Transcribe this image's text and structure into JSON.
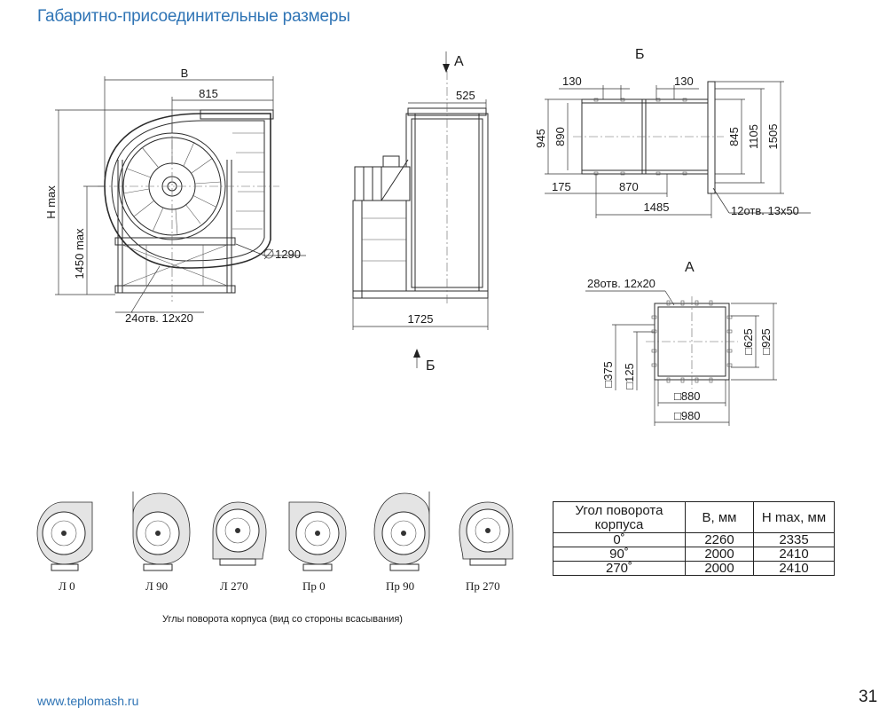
{
  "title": "Габаритно-присоединительные размеры",
  "side_view": {
    "dim_b": "В",
    "dim_815": "815",
    "dim_h_max": "H max",
    "dim_1450": "1450 max",
    "dim_d1290": "1290",
    "holes": "24отв. 12х20"
  },
  "front_view": {
    "arrow_a": "А",
    "arrow_b": "Б",
    "dim_525": "525",
    "dim_1725": "1725"
  },
  "view_b": {
    "label": "Б",
    "dim_130_left": "130",
    "dim_130_right": "130",
    "dim_945": "945",
    "dim_890": "890",
    "dim_845": "845",
    "dim_1105": "1105",
    "dim_1505": "1505",
    "dim_175": "175",
    "dim_870": "870",
    "dim_1485": "1485",
    "holes": "12отв. 13х50"
  },
  "view_a": {
    "label": "А",
    "holes": "28отв. 12х20",
    "dim_625": "□625",
    "dim_925": "□925",
    "dim_375": "□375",
    "dim_125": "□125",
    "dim_880": "□880",
    "dim_980": "□980"
  },
  "rotations": [
    {
      "label": "Л 0"
    },
    {
      "label": "Л 90"
    },
    {
      "label": "Л 270"
    },
    {
      "label": "Пр 0"
    },
    {
      "label": "Пр 90"
    },
    {
      "label": "Пр 270"
    }
  ],
  "rotations_caption": "Углы поворота корпуса (вид со стороны всасывания)",
  "table": {
    "headers": [
      "Угол поворота корпуса",
      "В, мм",
      "H max, мм"
    ],
    "rows": [
      [
        "0˚",
        "2260",
        "2335"
      ],
      [
        "90˚",
        "2000",
        "2410"
      ],
      [
        "270˚",
        "2000",
        "2410"
      ]
    ]
  },
  "footer": {
    "url": "www.teplomash.ru",
    "page": "31"
  }
}
